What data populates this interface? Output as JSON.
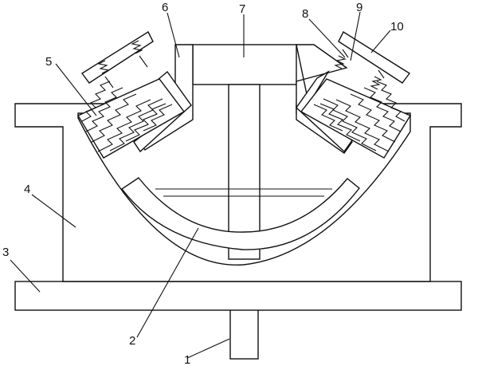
{
  "figure": {
    "labels": [
      {
        "id": "label-1",
        "text": "1"
      },
      {
        "id": "label-2",
        "text": "2"
      },
      {
        "id": "label-3",
        "text": "3"
      },
      {
        "id": "label-4",
        "text": "4"
      },
      {
        "id": "label-5",
        "text": "5"
      },
      {
        "id": "label-6",
        "text": "6"
      },
      {
        "id": "label-7",
        "text": "7"
      },
      {
        "id": "label-8",
        "text": "8"
      },
      {
        "id": "label-9",
        "text": "9"
      },
      {
        "id": "label-10",
        "text": "10"
      }
    ],
    "colors": {
      "line": "#111111",
      "background": "#ffffff"
    }
  }
}
